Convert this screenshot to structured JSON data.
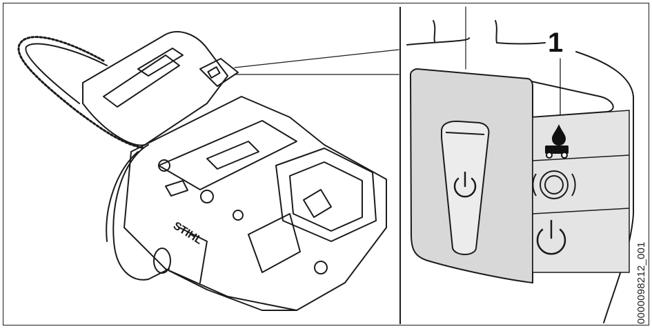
{
  "figure": {
    "callout_number": "1",
    "document_id": "0000098212_001",
    "brand_mark": "STIHL"
  }
}
